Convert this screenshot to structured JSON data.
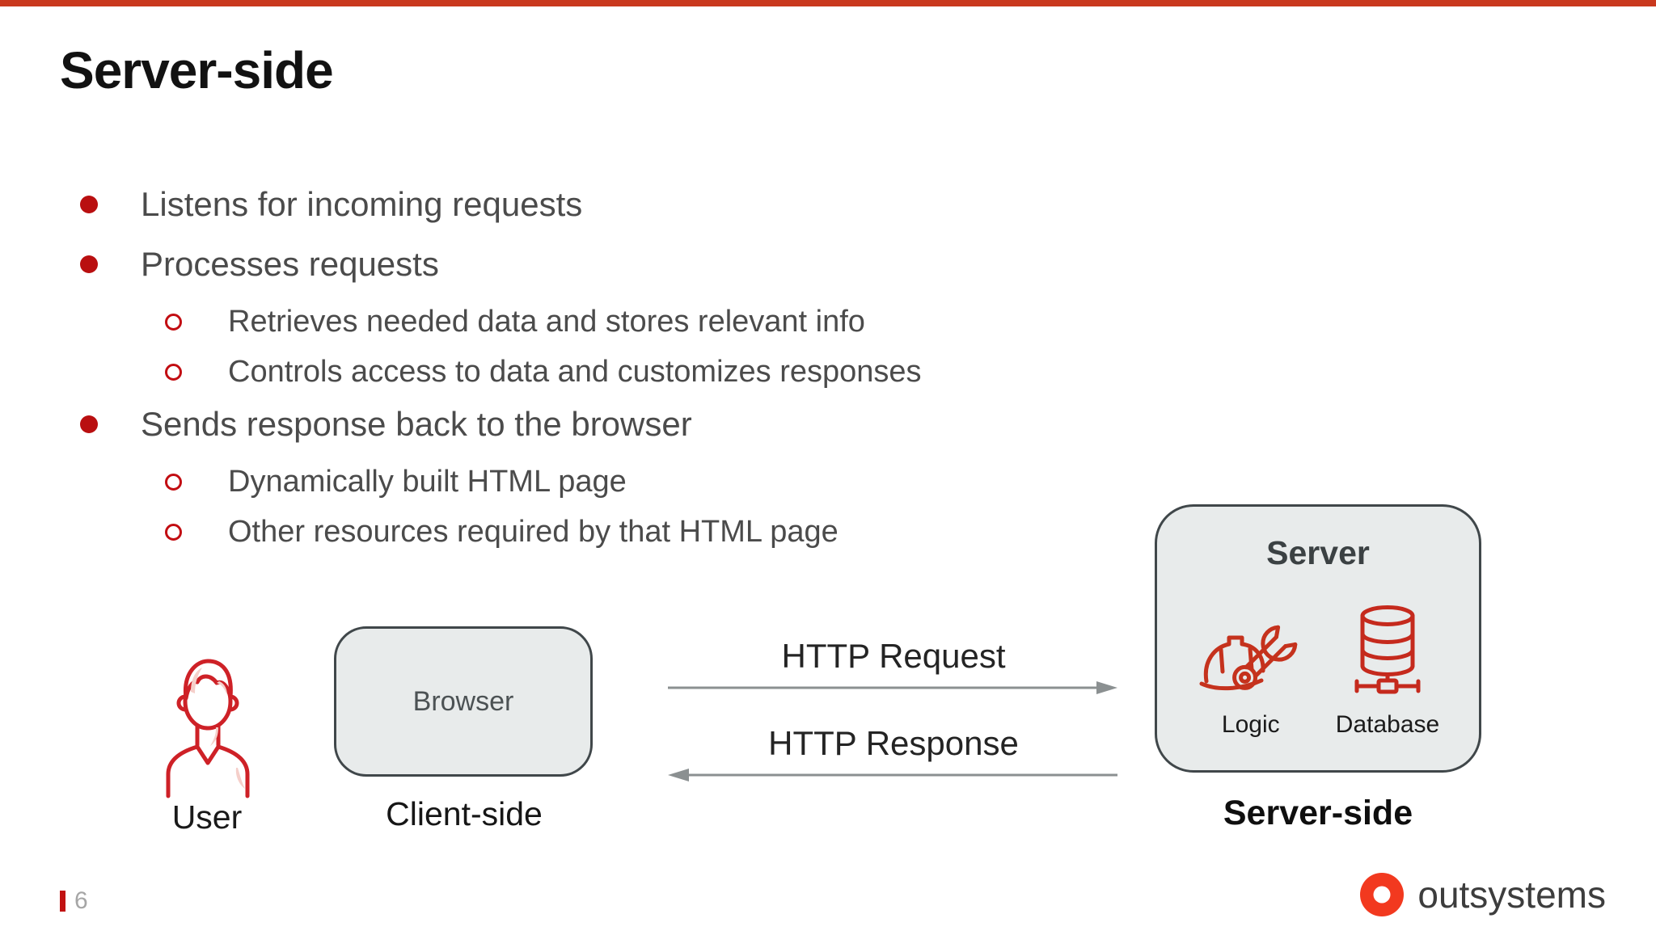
{
  "slide": {
    "title": "Server-side",
    "top_bar_color": "#c9391e",
    "bullet_color": "#b90f10"
  },
  "bullets": [
    {
      "level": 1,
      "text": "Listens for incoming requests"
    },
    {
      "level": 1,
      "text": "Processes requests"
    },
    {
      "level": 2,
      "text": "Retrieves needed data and stores relevant info"
    },
    {
      "level": 2,
      "text": "Controls access to data and customizes responses"
    },
    {
      "level": 1,
      "text": "Sends response back to the browser"
    },
    {
      "level": 2,
      "text": "Dynamically built HTML page"
    },
    {
      "level": 2,
      "text": "Other resources required by that HTML page"
    }
  ],
  "diagram": {
    "user": {
      "label": "User",
      "icon": "person-icon"
    },
    "client_box": {
      "text": "Browser"
    },
    "client_label": "Client-side",
    "arrows": {
      "request": {
        "label": "HTTP Request",
        "direction": "right"
      },
      "response": {
        "label": "HTTP Response",
        "direction": "left"
      }
    },
    "server_box": {
      "title": "Server",
      "items": [
        {
          "label": "Logic",
          "icon": "hardhat-wrench-icon"
        },
        {
          "label": "Database",
          "icon": "database-icon"
        }
      ]
    },
    "server_label": "Server-side",
    "colors": {
      "icon_red": "#c5321d",
      "box_fill": "#e8ebeb",
      "box_border": "#40474a",
      "arrow_gray": "#8b9091"
    }
  },
  "footer": {
    "page_number": "6",
    "logo_text": "outsystems",
    "logo_color": "#f2391f"
  }
}
